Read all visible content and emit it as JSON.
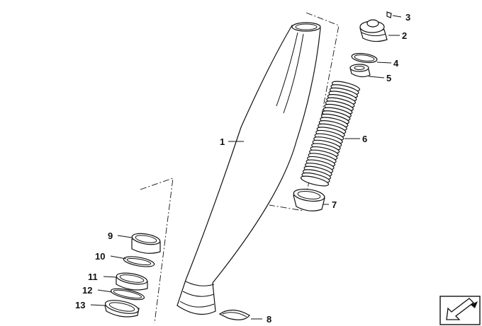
{
  "callouts": [
    {
      "id": "1",
      "text": "1"
    },
    {
      "id": "2",
      "text": "2"
    },
    {
      "id": "3",
      "text": "3"
    },
    {
      "id": "4",
      "text": "4"
    },
    {
      "id": "5",
      "text": "5"
    },
    {
      "id": "6",
      "text": "6"
    },
    {
      "id": "7",
      "text": "7"
    },
    {
      "id": "8",
      "text": "8"
    },
    {
      "id": "9",
      "text": "9"
    },
    {
      "id": "10",
      "text": "10"
    },
    {
      "id": "11",
      "text": "11"
    },
    {
      "id": "12",
      "text": "12"
    },
    {
      "id": "13",
      "text": "13"
    }
  ],
  "icons": {
    "corner": "direction-arrow-icon"
  }
}
